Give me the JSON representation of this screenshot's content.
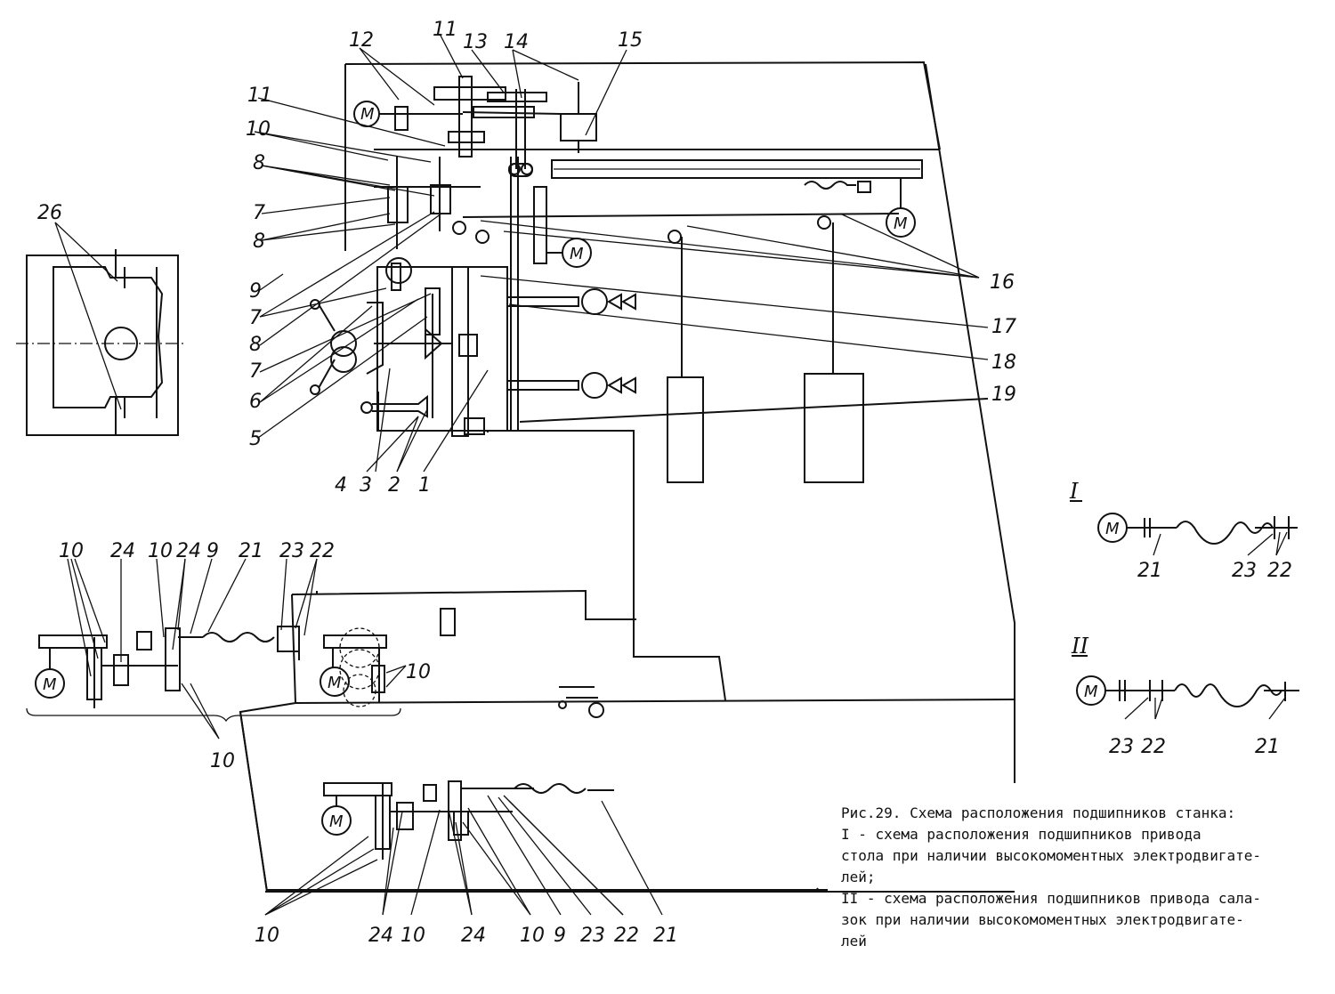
{
  "caption": {
    "lines": [
      "Рис.29. Схема расположения подшипников станка:",
      "I - схема расположения подшипников привода",
      "стола при наличии высокомоментных электродвигате-",
      "лей;",
      "II - схема расположения подшипников привода сала-",
      "зок при наличии высокомоментных электродвигате-",
      "лей"
    ]
  },
  "motor_symbol": "M",
  "schemes": {
    "one": "I",
    "two": "II"
  },
  "callouts": {
    "main": [
      "1",
      "2",
      "3",
      "4",
      "5",
      "6",
      "7",
      "7",
      "7",
      "8",
      "8",
      "8",
      "9",
      "10",
      "11",
      "11",
      "12",
      "13",
      "14",
      "15",
      "16",
      "17",
      "18",
      "19",
      "26"
    ],
    "left_group": [
      "10",
      "24",
      "10",
      "24",
      "9",
      "21",
      "23",
      "22",
      "10",
      "10"
    ],
    "bottom_group": [
      "10",
      "24",
      "10",
      "24",
      "10",
      "9",
      "23",
      "22",
      "21"
    ],
    "scheme_one": [
      "21",
      "23",
      "22"
    ],
    "scheme_two": [
      "23",
      "22",
      "21"
    ]
  },
  "colors": {
    "ink": "#111111",
    "paper": "#ffffff"
  }
}
